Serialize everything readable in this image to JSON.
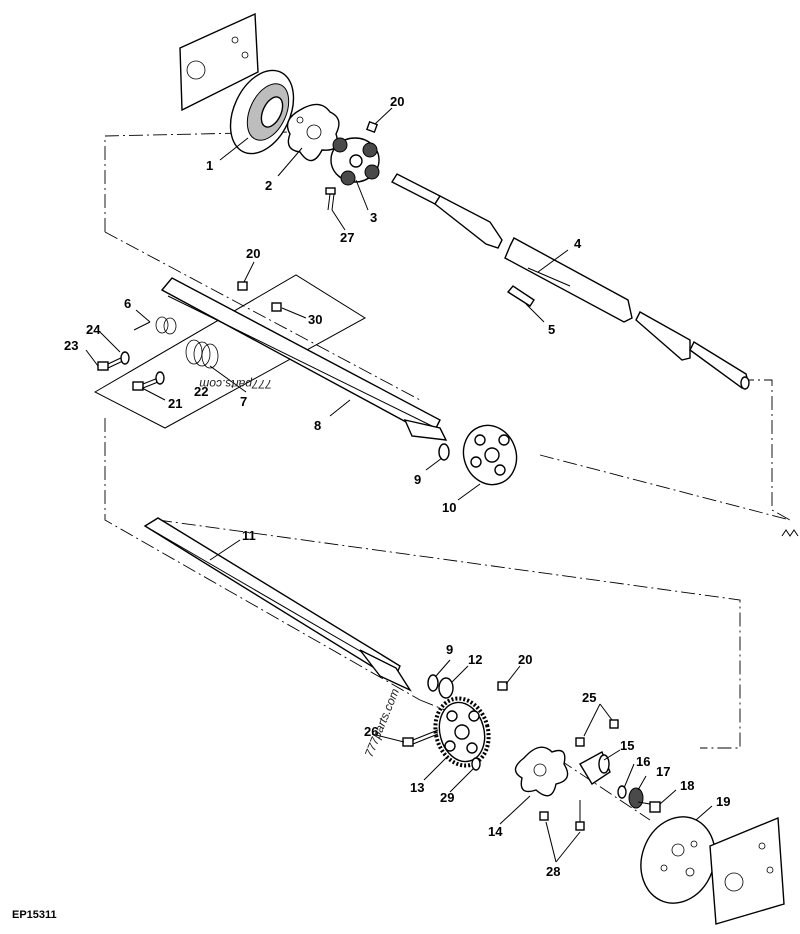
{
  "figure_code": "EP15311",
  "watermark": "777parts.com",
  "callouts": {
    "c1": "1",
    "c2": "2",
    "c3": "3",
    "c4": "4",
    "c5": "5",
    "c6": "6",
    "c7": "7",
    "c8": "8",
    "c9a": "9",
    "c9b": "9",
    "c10": "10",
    "c11": "11",
    "c12": "12",
    "c13": "13",
    "c14": "14",
    "c15": "15",
    "c16": "16",
    "c17": "17",
    "c18": "18",
    "c19": "19",
    "c20a": "20",
    "c20b": "20",
    "c20c": "20",
    "c21": "21",
    "c22": "22",
    "c23": "23",
    "c24": "24",
    "c25": "25",
    "c26": "26",
    "c27": "27",
    "c28": "28",
    "c29": "29",
    "c30": "30"
  }
}
